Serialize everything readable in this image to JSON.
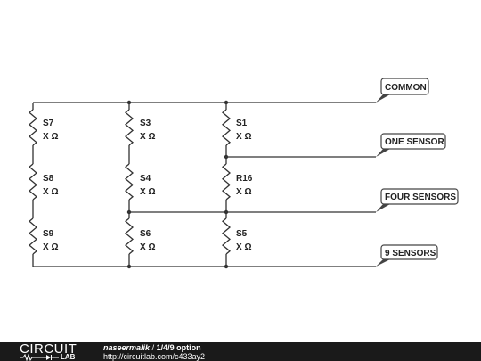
{
  "components": {
    "S7": {
      "name": "S7",
      "value": "X Ω"
    },
    "S8": {
      "name": "S8",
      "value": "X Ω"
    },
    "S9": {
      "name": "S9",
      "value": "X Ω"
    },
    "S3": {
      "name": "S3",
      "value": "X Ω"
    },
    "S4": {
      "name": "S4",
      "value": "X Ω"
    },
    "S6": {
      "name": "S6",
      "value": "X Ω"
    },
    "S1": {
      "name": "S1",
      "value": "X Ω"
    },
    "R16": {
      "name": "R16",
      "value": "X Ω"
    },
    "S5": {
      "name": "S5",
      "value": "X Ω"
    }
  },
  "net_labels": {
    "common": "COMMON",
    "one_sensor": "ONE SENSOR",
    "four_sensors": "FOUR SENSORS",
    "nine_sensors": "9 SENSORS"
  },
  "footer": {
    "logo_top": "CIRCUIT",
    "logo_bottom": "LAB",
    "author": "naseermalik",
    "separator": "/",
    "title": "1/4/9 option",
    "url": "http://circuitlab.com/c433ay2"
  },
  "colors": {
    "wire": "#333333",
    "footer_bg": "#1a1a1a",
    "footer_text": "#ffffff"
  }
}
